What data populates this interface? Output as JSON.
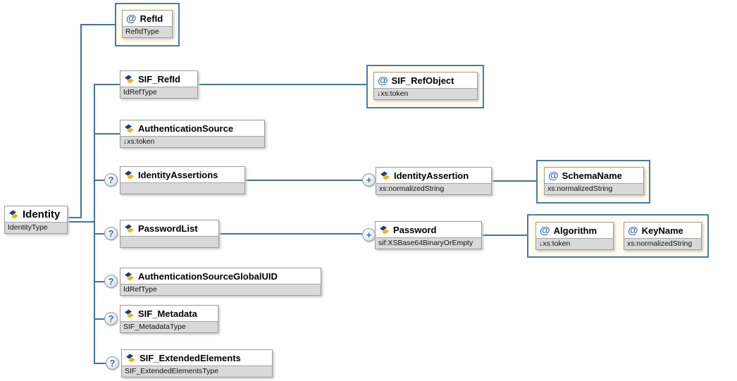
{
  "icons": {
    "attribute_glyph": "@",
    "optional_glyph": "?",
    "repeat_glyph": "+"
  },
  "colors": {
    "connector_blue": "#43709f",
    "global_box_fill": "#fffcec",
    "global_box_border": "#4a7aad",
    "type_band_fill": "#d9d9d9",
    "attribute_icon_blue": "#3a6ca8"
  },
  "nodes": {
    "identity": {
      "name": "Identity",
      "type": "IdentityType"
    },
    "refid": {
      "name": "RefId",
      "type": "RefIdType"
    },
    "sif_refid": {
      "name": "SIF_RefId",
      "type": "IdRefType"
    },
    "sif_refobject": {
      "name": "SIF_RefObject",
      "type": "↓xs:token"
    },
    "authentication_source": {
      "name": "AuthenticationSource",
      "type": "↓xs:token"
    },
    "identity_assertions": {
      "name": "IdentityAssertions",
      "type": ""
    },
    "identity_assertion": {
      "name": "IdentityAssertion",
      "type": "xs:normalizedString"
    },
    "schema_name": {
      "name": "SchemaName",
      "type": "xs:normalizedString"
    },
    "password_list": {
      "name": "PasswordList",
      "type": ""
    },
    "password": {
      "name": "Password",
      "type": "sif:XSBase64BinaryOrEmpty"
    },
    "algorithm": {
      "name": "Algorithm",
      "type": "↓xs:token"
    },
    "key_name": {
      "name": "KeyName",
      "type": "xs:normalizedString"
    },
    "authentication_source_global_uid": {
      "name": "AuthenticationSourceGlobalUID",
      "type": "IdRefType"
    },
    "sif_metadata": {
      "name": "SIF_Metadata",
      "type": "SIF_MetadataType"
    },
    "sif_extended_elements": {
      "name": "SIF_ExtendedElements",
      "type": "SIF_ExtendedElementsType"
    }
  }
}
